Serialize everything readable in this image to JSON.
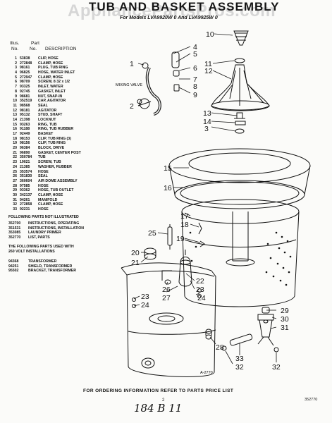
{
  "watermark": "AppliancePartsPros.com",
  "title": "TUB AND BASKET ASSEMBLY",
  "subtitle": "For Models LVA9920W 0 And LVA9925W 0",
  "list_header": {
    "illus": "Illus.",
    "no1": "No.",
    "part": "Part",
    "no2": "No.",
    "description": "DESCRIPTION"
  },
  "parts": [
    {
      "n": "1",
      "p": "53838",
      "d": "CLIP, HOSE"
    },
    {
      "n": "2",
      "p": "272848",
      "d": "CLAMP, HOSE"
    },
    {
      "n": "3",
      "p": "98161",
      "d": "PLUG, TUB RING"
    },
    {
      "n": "4",
      "p": "96825",
      "d": "HOSE, WATER INLET"
    },
    {
      "n": "5",
      "p": "272947",
      "d": "CLAMP, HOSE"
    },
    {
      "n": "6",
      "p": "98709",
      "d": "SCREW, 8 32 x 1/2"
    },
    {
      "n": "7",
      "p": "93325",
      "d": "INLET, WATER"
    },
    {
      "n": "8",
      "p": "92745",
      "d": "GASKET, INLET"
    },
    {
      "n": "9",
      "p": "98681",
      "d": "NUT, SNAP-IN"
    },
    {
      "n": "10",
      "p": "352519",
      "d": "CAP, AGITATOR"
    },
    {
      "n": "11",
      "p": "98568",
      "d": "SEAL"
    },
    {
      "n": "12",
      "p": "98181",
      "d": "AGITATOR"
    },
    {
      "n": "13",
      "p": "95132",
      "d": "STUD, SHAFT"
    },
    {
      "n": "14",
      "p": "21398",
      "d": "LOCKNUT"
    },
    {
      "n": "15",
      "p": "93263",
      "d": "RING, TUB"
    },
    {
      "n": "16",
      "p": "91188",
      "d": "RING, TUB RUBBER"
    },
    {
      "n": "17",
      "p": "92449",
      "d": "BASKET"
    },
    {
      "n": "18",
      "p": "98153",
      "d": "CLIP, TUB RING (3)"
    },
    {
      "n": "19",
      "p": "98156",
      "d": "CLIP, TUB RING"
    },
    {
      "n": "20",
      "p": "96384",
      "d": "BLOCK, DRIVE"
    },
    {
      "n": "21",
      "p": "96890",
      "d": "GASKET, CENTER POST"
    },
    {
      "n": "22",
      "p": "350784",
      "d": "TUB"
    },
    {
      "n": "23",
      "p": "19021",
      "d": "SCREW, TUB"
    },
    {
      "n": "24",
      "p": "21385",
      "d": "WASHER, RUBBER"
    },
    {
      "n": "25",
      "p": "353574",
      "d": "HOSE"
    },
    {
      "n": "26",
      "p": "351830",
      "d": "SEAL"
    },
    {
      "n": "27",
      "p": "360604",
      "d": "AIR DOME ASSEMBLY"
    },
    {
      "n": "28",
      "p": "97585",
      "d": "HOSE"
    },
    {
      "n": "29",
      "p": "93362",
      "d": "HOSE, TUB OUTLET"
    },
    {
      "n": "30",
      "p": "342137",
      "d": "CLAMP, HOSE"
    },
    {
      "n": "31",
      "p": "94261",
      "d": "MANIFOLD"
    },
    {
      "n": "32",
      "p": "272858",
      "d": "CLAMP, HOSE"
    },
    {
      "n": "33",
      "p": "92231",
      "d": "HOSE"
    }
  ],
  "not_illustrated_heading": "FOLLOWING PARTS NOT ILLUSTRATED",
  "not_illustrated": [
    {
      "p": "352700",
      "d": "INSTRUCTIONS, OPERATING"
    },
    {
      "p": "351531",
      "d": "INSTRUCTIONS, INSTALLATION"
    },
    {
      "p": "353085",
      "d": "LAUNDRY PRIMER"
    },
    {
      "p": "352770",
      "d": "LIST, PARTS"
    }
  ],
  "volt_heading_1": "THE FOLLOWING PARTS USED WITH",
  "volt_heading_2": "260 VOLT INSTALLATIONS",
  "volt_parts": [
    {
      "p": "94368",
      "d": "TRANSFORMER"
    },
    {
      "p": "94251",
      "d": "SHIELD, TRANSFORMER"
    },
    {
      "p": "95502",
      "d": "BRACKET, TRANSFORMER"
    }
  ],
  "mixing_valve_label": "MIXING VALVE",
  "figure_id": "A-2770",
  "footer": "FOR ORDERING INFORMATION REFER TO PARTS PRICE LIST",
  "page_number": "2",
  "doc_number": "352770",
  "handwritten": "184 B 11",
  "callouts": [
    "1",
    "2",
    "3",
    "4",
    "5",
    "6",
    "7",
    "8",
    "9",
    "10",
    "11",
    "12",
    "13",
    "14",
    "15",
    "16",
    "17",
    "18",
    "19",
    "20",
    "21",
    "22",
    "23",
    "24",
    "25",
    "26",
    "27",
    "28",
    "29",
    "30",
    "31",
    "32",
    "33"
  ]
}
